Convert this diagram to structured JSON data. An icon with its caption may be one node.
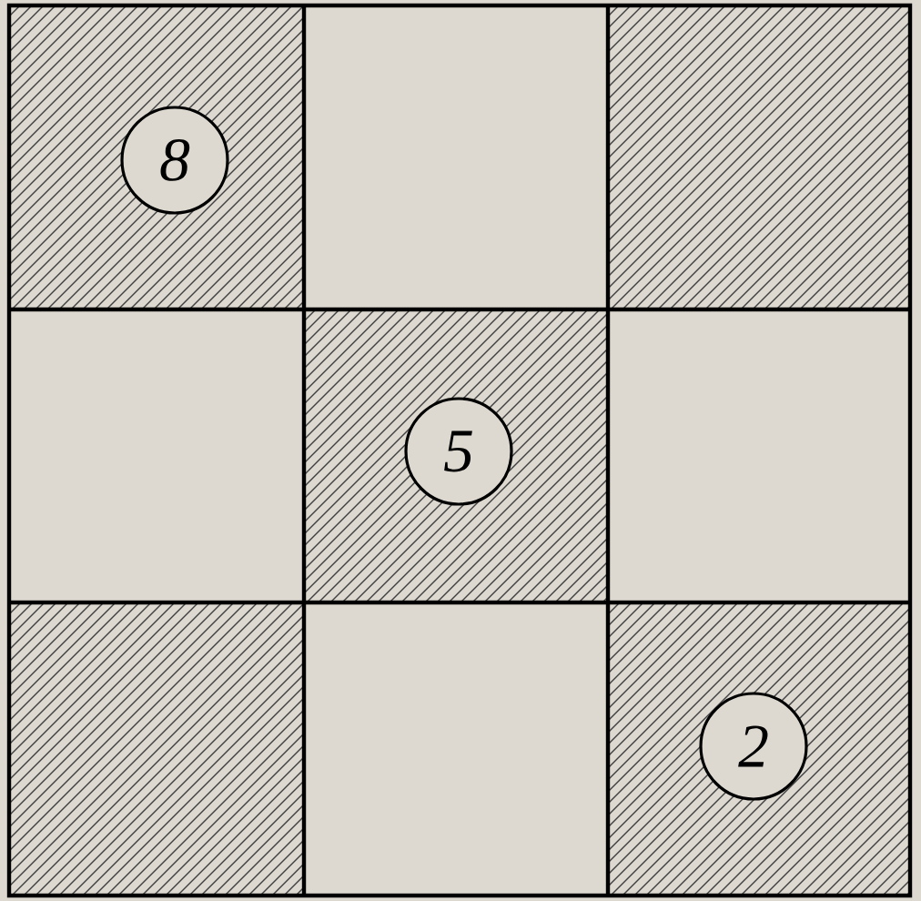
{
  "diagram": {
    "nodes": [
      {
        "text": [
          "8"
        ]
      },
      {
        "text": [
          "5"
        ]
      },
      {
        "text": [
          "2"
        ]
      }
    ]
  }
}
